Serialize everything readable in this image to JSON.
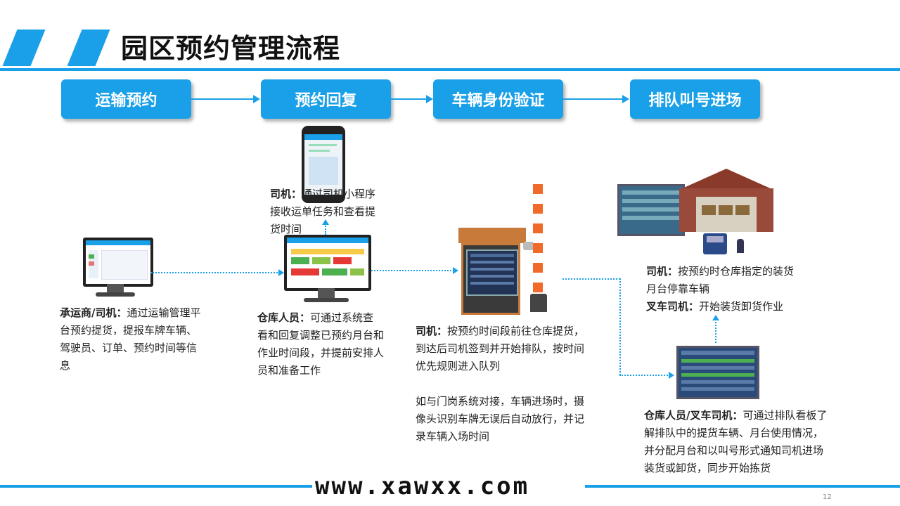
{
  "title": "园区预约管理流程",
  "steps": [
    "运输预约",
    "预约回复",
    "车辆身份验证",
    "排队叫号进场"
  ],
  "carrier": {
    "label": "承运商/司机：",
    "text": "通过运输管理平台预约提货，提报车牌车辆、驾驶员、订单、预约时间等信息"
  },
  "driver_app": {
    "label": "司机：",
    "text": "通过司机小程序接收运单任务和查看提货时间"
  },
  "warehouse_staff": {
    "label": "仓库人员：",
    "text": "可通过系统查看和回复调整已预约月台和作业时间段，并提前安排人员和准备工作"
  },
  "driver_gate": {
    "label": "司机：",
    "text": "按预约时间段前往仓库提货，到达后司机签到并开始排队，按时间优先规则进入队列"
  },
  "gate_note": "如与门岗系统对接，车辆进场时，摄像头识别车牌无误后自动放行，并记录车辆入场时间",
  "driver_dock": {
    "label": "司机：",
    "text": "按预约时仓库指定的装货月台停靠车辆"
  },
  "forklift": {
    "label": "叉车司机：",
    "text": "开始装货卸货作业"
  },
  "queue_board": {
    "label": "仓库人员/叉车司机：",
    "text": "可通过排队看板了解排队中的提货车辆、月台使用情况，并分配月台和以叫号形式通知司机进场装货或卸货，同步开始拣货"
  },
  "watermark": "www.xawxx.com",
  "page_number": "12",
  "colors": {
    "accent": "#1aa0e8",
    "title_text": "#111111"
  }
}
